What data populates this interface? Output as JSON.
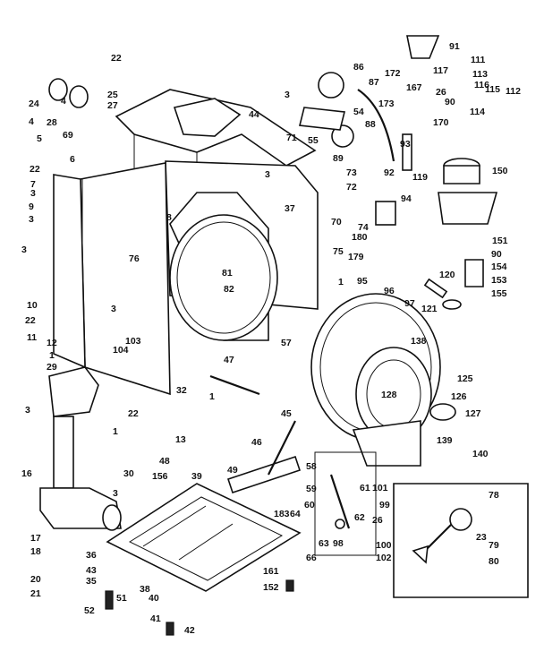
{
  "callouts": [
    {
      "id": "c24",
      "text": "24"
    },
    {
      "id": "c28",
      "text": "28"
    },
    {
      "id": "c4a",
      "text": "4"
    },
    {
      "id": "c4b",
      "text": "4"
    },
    {
      "id": "c69",
      "text": "69"
    },
    {
      "id": "c5",
      "text": "5"
    },
    {
      "id": "c6",
      "text": "6"
    },
    {
      "id": "c22a",
      "text": "22"
    },
    {
      "id": "c7",
      "text": "7"
    },
    {
      "id": "c3a",
      "text": "3"
    },
    {
      "id": "c9",
      "text": "9"
    },
    {
      "id": "c3b",
      "text": "3"
    },
    {
      "id": "c22b",
      "text": "22"
    },
    {
      "id": "c25",
      "text": "25"
    },
    {
      "id": "c27",
      "text": "27"
    },
    {
      "id": "c44",
      "text": "44"
    },
    {
      "id": "c3c",
      "text": "3"
    },
    {
      "id": "c86",
      "text": "86"
    },
    {
      "id": "c87",
      "text": "87"
    },
    {
      "id": "c54",
      "text": "54"
    },
    {
      "id": "c55",
      "text": "55"
    },
    {
      "id": "c88",
      "text": "88"
    },
    {
      "id": "c89",
      "text": "89"
    },
    {
      "id": "c71",
      "text": "71"
    },
    {
      "id": "c91",
      "text": "91"
    },
    {
      "id": "c172",
      "text": "172"
    },
    {
      "id": "c167",
      "text": "167"
    },
    {
      "id": "c173",
      "text": "173"
    },
    {
      "id": "c117",
      "text": "117"
    },
    {
      "id": "c111",
      "text": "111"
    },
    {
      "id": "c113",
      "text": "113"
    },
    {
      "id": "c116",
      "text": "116"
    },
    {
      "id": "c115",
      "text": "115"
    },
    {
      "id": "c112",
      "text": "112"
    },
    {
      "id": "c26a",
      "text": "26"
    },
    {
      "id": "c90a",
      "text": "90"
    },
    {
      "id": "c114",
      "text": "114"
    },
    {
      "id": "c170",
      "text": "170"
    },
    {
      "id": "c93",
      "text": "93"
    },
    {
      "id": "c92",
      "text": "92"
    },
    {
      "id": "c119",
      "text": "119"
    },
    {
      "id": "c73",
      "text": "73"
    },
    {
      "id": "c150",
      "text": "150"
    },
    {
      "id": "c72",
      "text": "72"
    },
    {
      "id": "c94",
      "text": "94"
    },
    {
      "id": "c74",
      "text": "74"
    },
    {
      "id": "c70",
      "text": "70"
    },
    {
      "id": "c180",
      "text": "180"
    },
    {
      "id": "c179",
      "text": "179"
    },
    {
      "id": "c151",
      "text": "151"
    },
    {
      "id": "c90b",
      "text": "90"
    },
    {
      "id": "c154",
      "text": "154"
    },
    {
      "id": "c153",
      "text": "153"
    },
    {
      "id": "c155",
      "text": "155"
    },
    {
      "id": "c120",
      "text": "120"
    },
    {
      "id": "c121",
      "text": "121"
    },
    {
      "id": "c95",
      "text": "95"
    },
    {
      "id": "c96",
      "text": "96"
    },
    {
      "id": "c97",
      "text": "97"
    },
    {
      "id": "c3d",
      "text": "3"
    },
    {
      "id": "c37",
      "text": "37"
    },
    {
      "id": "c8",
      "text": "8"
    },
    {
      "id": "c76",
      "text": "76"
    },
    {
      "id": "c75",
      "text": "75"
    },
    {
      "id": "c1a",
      "text": "1"
    },
    {
      "id": "c81",
      "text": "81"
    },
    {
      "id": "c82",
      "text": "82"
    },
    {
      "id": "c3e",
      "text": "3"
    },
    {
      "id": "c10",
      "text": "10"
    },
    {
      "id": "c22c",
      "text": "22"
    },
    {
      "id": "c11",
      "text": "11"
    },
    {
      "id": "c3f",
      "text": "3"
    },
    {
      "id": "c103",
      "text": "103"
    },
    {
      "id": "c104",
      "text": "104"
    },
    {
      "id": "c12",
      "text": "12"
    },
    {
      "id": "c1b",
      "text": "1"
    },
    {
      "id": "c29",
      "text": "29"
    },
    {
      "id": "c57",
      "text": "57"
    },
    {
      "id": "c47",
      "text": "47"
    },
    {
      "id": "c32",
      "text": "32"
    },
    {
      "id": "c1c",
      "text": "1"
    },
    {
      "id": "c138",
      "text": "138"
    },
    {
      "id": "c125",
      "text": "125"
    },
    {
      "id": "c128",
      "text": "128"
    },
    {
      "id": "c126",
      "text": "126"
    },
    {
      "id": "c127",
      "text": "127"
    },
    {
      "id": "c3g",
      "text": "3"
    },
    {
      "id": "c22d",
      "text": "22"
    },
    {
      "id": "c1d",
      "text": "1"
    },
    {
      "id": "c13",
      "text": "13"
    },
    {
      "id": "c45",
      "text": "45"
    },
    {
      "id": "c139",
      "text": "139"
    },
    {
      "id": "c140",
      "text": "140"
    },
    {
      "id": "c16",
      "text": "16"
    },
    {
      "id": "c46",
      "text": "46"
    },
    {
      "id": "c48",
      "text": "48"
    },
    {
      "id": "c30",
      "text": "30"
    },
    {
      "id": "c156",
      "text": "156"
    },
    {
      "id": "c39",
      "text": "39"
    },
    {
      "id": "c49",
      "text": "49"
    },
    {
      "id": "c3h",
      "text": "3"
    },
    {
      "id": "c58",
      "text": "58"
    },
    {
      "id": "c59",
      "text": "59"
    },
    {
      "id": "c60",
      "text": "60"
    },
    {
      "id": "c61",
      "text": "61"
    },
    {
      "id": "c101",
      "text": "101"
    },
    {
      "id": "c99",
      "text": "99"
    },
    {
      "id": "c26b",
      "text": "26"
    },
    {
      "id": "c100",
      "text": "100"
    },
    {
      "id": "c102",
      "text": "102"
    },
    {
      "id": "c62",
      "text": "62"
    },
    {
      "id": "c63",
      "text": "63"
    },
    {
      "id": "c98",
      "text": "98"
    },
    {
      "id": "c78",
      "text": "78"
    },
    {
      "id": "c23",
      "text": "23"
    },
    {
      "id": "c79",
      "text": "79"
    },
    {
      "id": "c80",
      "text": "80"
    },
    {
      "id": "c17",
      "text": "17"
    },
    {
      "id": "c18",
      "text": "18"
    },
    {
      "id": "c20",
      "text": "20"
    },
    {
      "id": "c21",
      "text": "21"
    },
    {
      "id": "c36",
      "text": "36"
    },
    {
      "id": "c43",
      "text": "43"
    },
    {
      "id": "c35",
      "text": "35"
    },
    {
      "id": "c51",
      "text": "51"
    },
    {
      "id": "c52",
      "text": "52"
    },
    {
      "id": "c38",
      "text": "38"
    },
    {
      "id": "c40",
      "text": "40"
    },
    {
      "id": "c41",
      "text": "41"
    },
    {
      "id": "c42",
      "text": "42"
    },
    {
      "id": "c183",
      "text": "183"
    },
    {
      "id": "c64",
      "text": "64"
    },
    {
      "id": "c66",
      "text": "66"
    },
    {
      "id": "c161",
      "text": "161"
    },
    {
      "id": "c152",
      "text": "152"
    }
  ]
}
